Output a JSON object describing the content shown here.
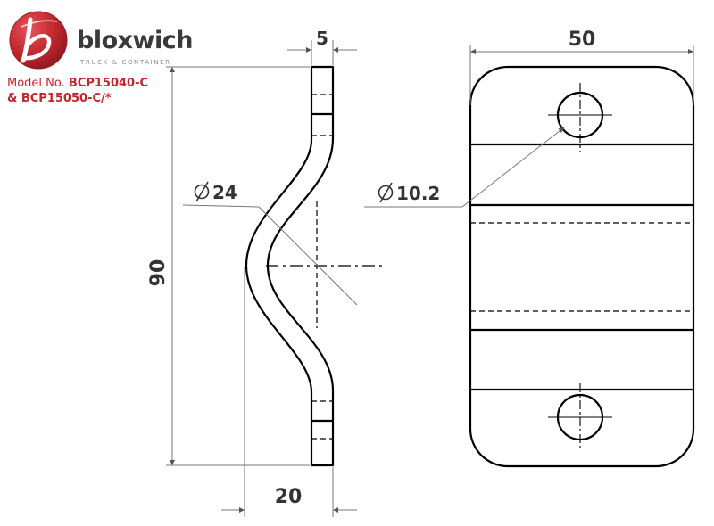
{
  "brand": {
    "name": "bloxwich",
    "tagline": "TRUCK & CONTAINER",
    "logo_icon": "bloxwich-b-logo-icon",
    "accent_color": "#c0272d"
  },
  "model": {
    "prefix": "Model No.",
    "code_1": "BCP15040-C",
    "line_2": "& BCP15050-C/*"
  },
  "dimensions": {
    "thickness": "5",
    "width": "50",
    "bend_diameter": "24",
    "hole_diameter": "10.2",
    "length": "90",
    "offset": "20"
  }
}
